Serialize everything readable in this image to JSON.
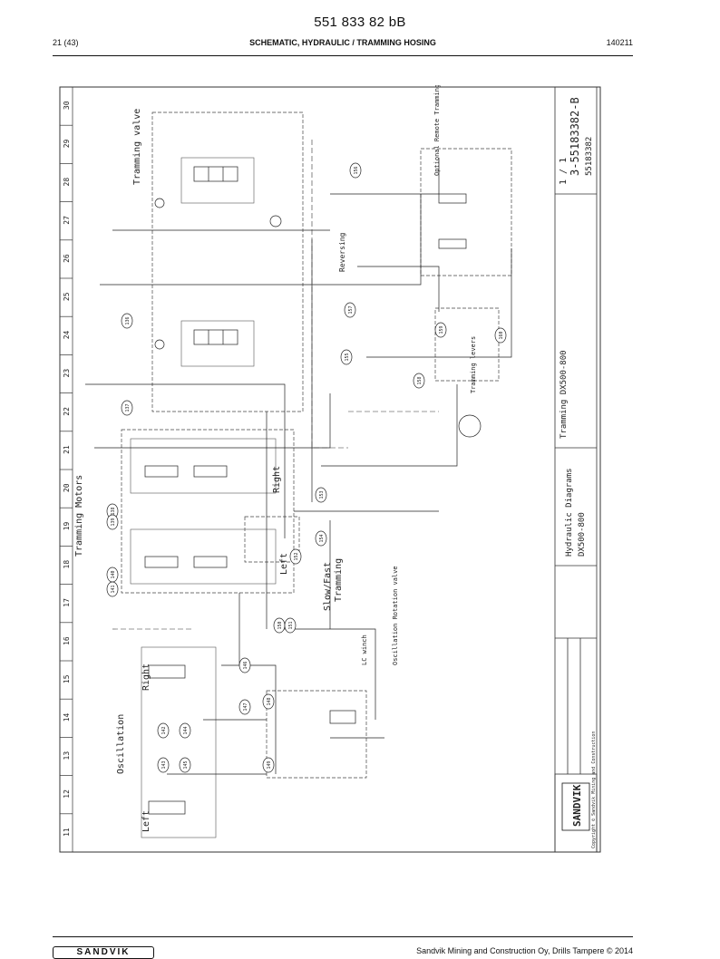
{
  "header": {
    "doc_number": "551 833 82 bB",
    "page": "21 (43)",
    "title": "SCHEMATIC, HYDRAULIC / TRAMMING HOSING",
    "date": "140211"
  },
  "footer": {
    "logo_text": "SANDVIK",
    "copyright": "Sandvik Mining and Construction Oy, Drills Tampere © 2014"
  },
  "drawing": {
    "zones": [
      "11",
      "12",
      "13",
      "14",
      "15",
      "16",
      "17",
      "18",
      "19",
      "20",
      "21",
      "22",
      "23",
      "24",
      "25",
      "26",
      "27",
      "28",
      "29",
      "30"
    ],
    "labels": {
      "tramming_valve": "Tramming valve",
      "tramming_motors": "Tramming Motors",
      "oscillation": "Oscillation",
      "left": "Left",
      "right": "Right",
      "slow_fast": "Slow/Fast",
      "tramming": "Tramming",
      "reversing": "Reversing",
      "optional_remote": "Optional Remote Tramming",
      "tramming_levers": "Tramming levers",
      "oscillation_valve": "Oscillation Rotation valve",
      "lc_winch": "LC winch"
    },
    "title_block": {
      "company": "SANDVIK",
      "copyright": "Copyright © Sandvik Mining and Construction",
      "doc_title_1": "Hydraulic Diagrams",
      "doc_title_2": "DX500-800",
      "sheet_title": "Tramming DX500-800",
      "drawing_number": "3-55183382-B",
      "sheet": "1 / 1",
      "ip_code": "55183382"
    },
    "callouts": [
      "136",
      "137",
      "138",
      "139",
      "140",
      "141",
      "142",
      "143",
      "144",
      "145",
      "146",
      "147",
      "148",
      "149",
      "150",
      "151",
      "152",
      "153",
      "154",
      "155",
      "156",
      "157",
      "158",
      "159",
      "160"
    ]
  }
}
